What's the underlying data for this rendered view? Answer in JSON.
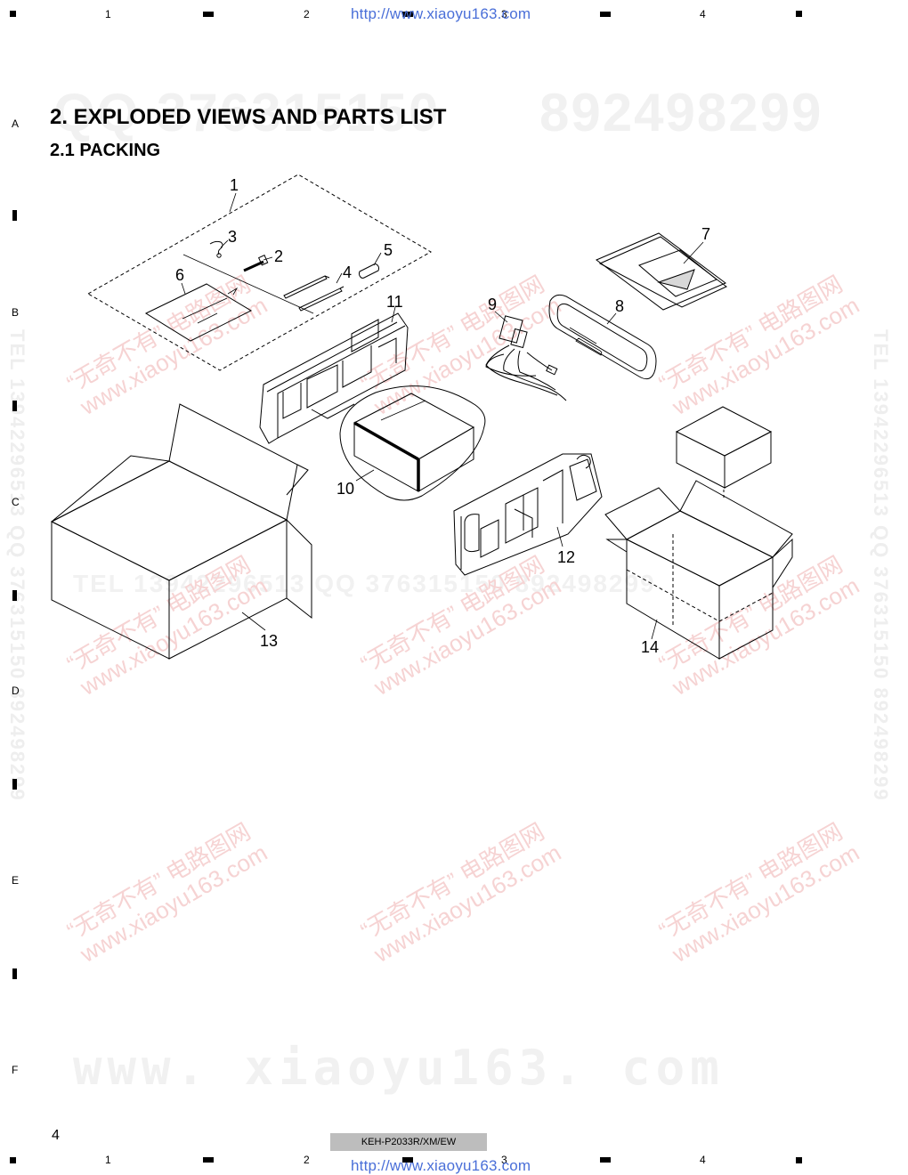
{
  "header": {
    "ruler_numbers": [
      "1",
      "2",
      "3",
      "4"
    ],
    "url": "http://www.xiaoyu163.com"
  },
  "row_letters": [
    "A",
    "B",
    "C",
    "D",
    "E",
    "F"
  ],
  "title": "2. EXPLODED VIEWS AND PARTS LIST",
  "subtitle": "2.1 PACKING",
  "callouts": [
    "1",
    "2",
    "3",
    "4",
    "5",
    "6",
    "7",
    "8",
    "9",
    "10",
    "11",
    "12",
    "13",
    "14"
  ],
  "watermarks": {
    "bg_number_left": "QQ 376315150",
    "bg_number_right": "892498299",
    "tel_line": "TEL 13942296513    QQ 376315150    892498299",
    "side_left": "TEL 13942296513  QQ 376315150  892498299",
    "side_right": "TEL 13942296513  QQ 376315150  892498299",
    "diag_line1": "“无奇不有” 电路图网",
    "diag_line2": "www.xiaoyu163.com",
    "bottom_url": "www. xiaoyu163. com"
  },
  "footer": {
    "page_number": "4",
    "model": "KEH-P2033R/XM/EW",
    "ruler_numbers": [
      "1",
      "2",
      "3",
      "4"
    ],
    "url": "http://www.xiaoyu163.com"
  }
}
